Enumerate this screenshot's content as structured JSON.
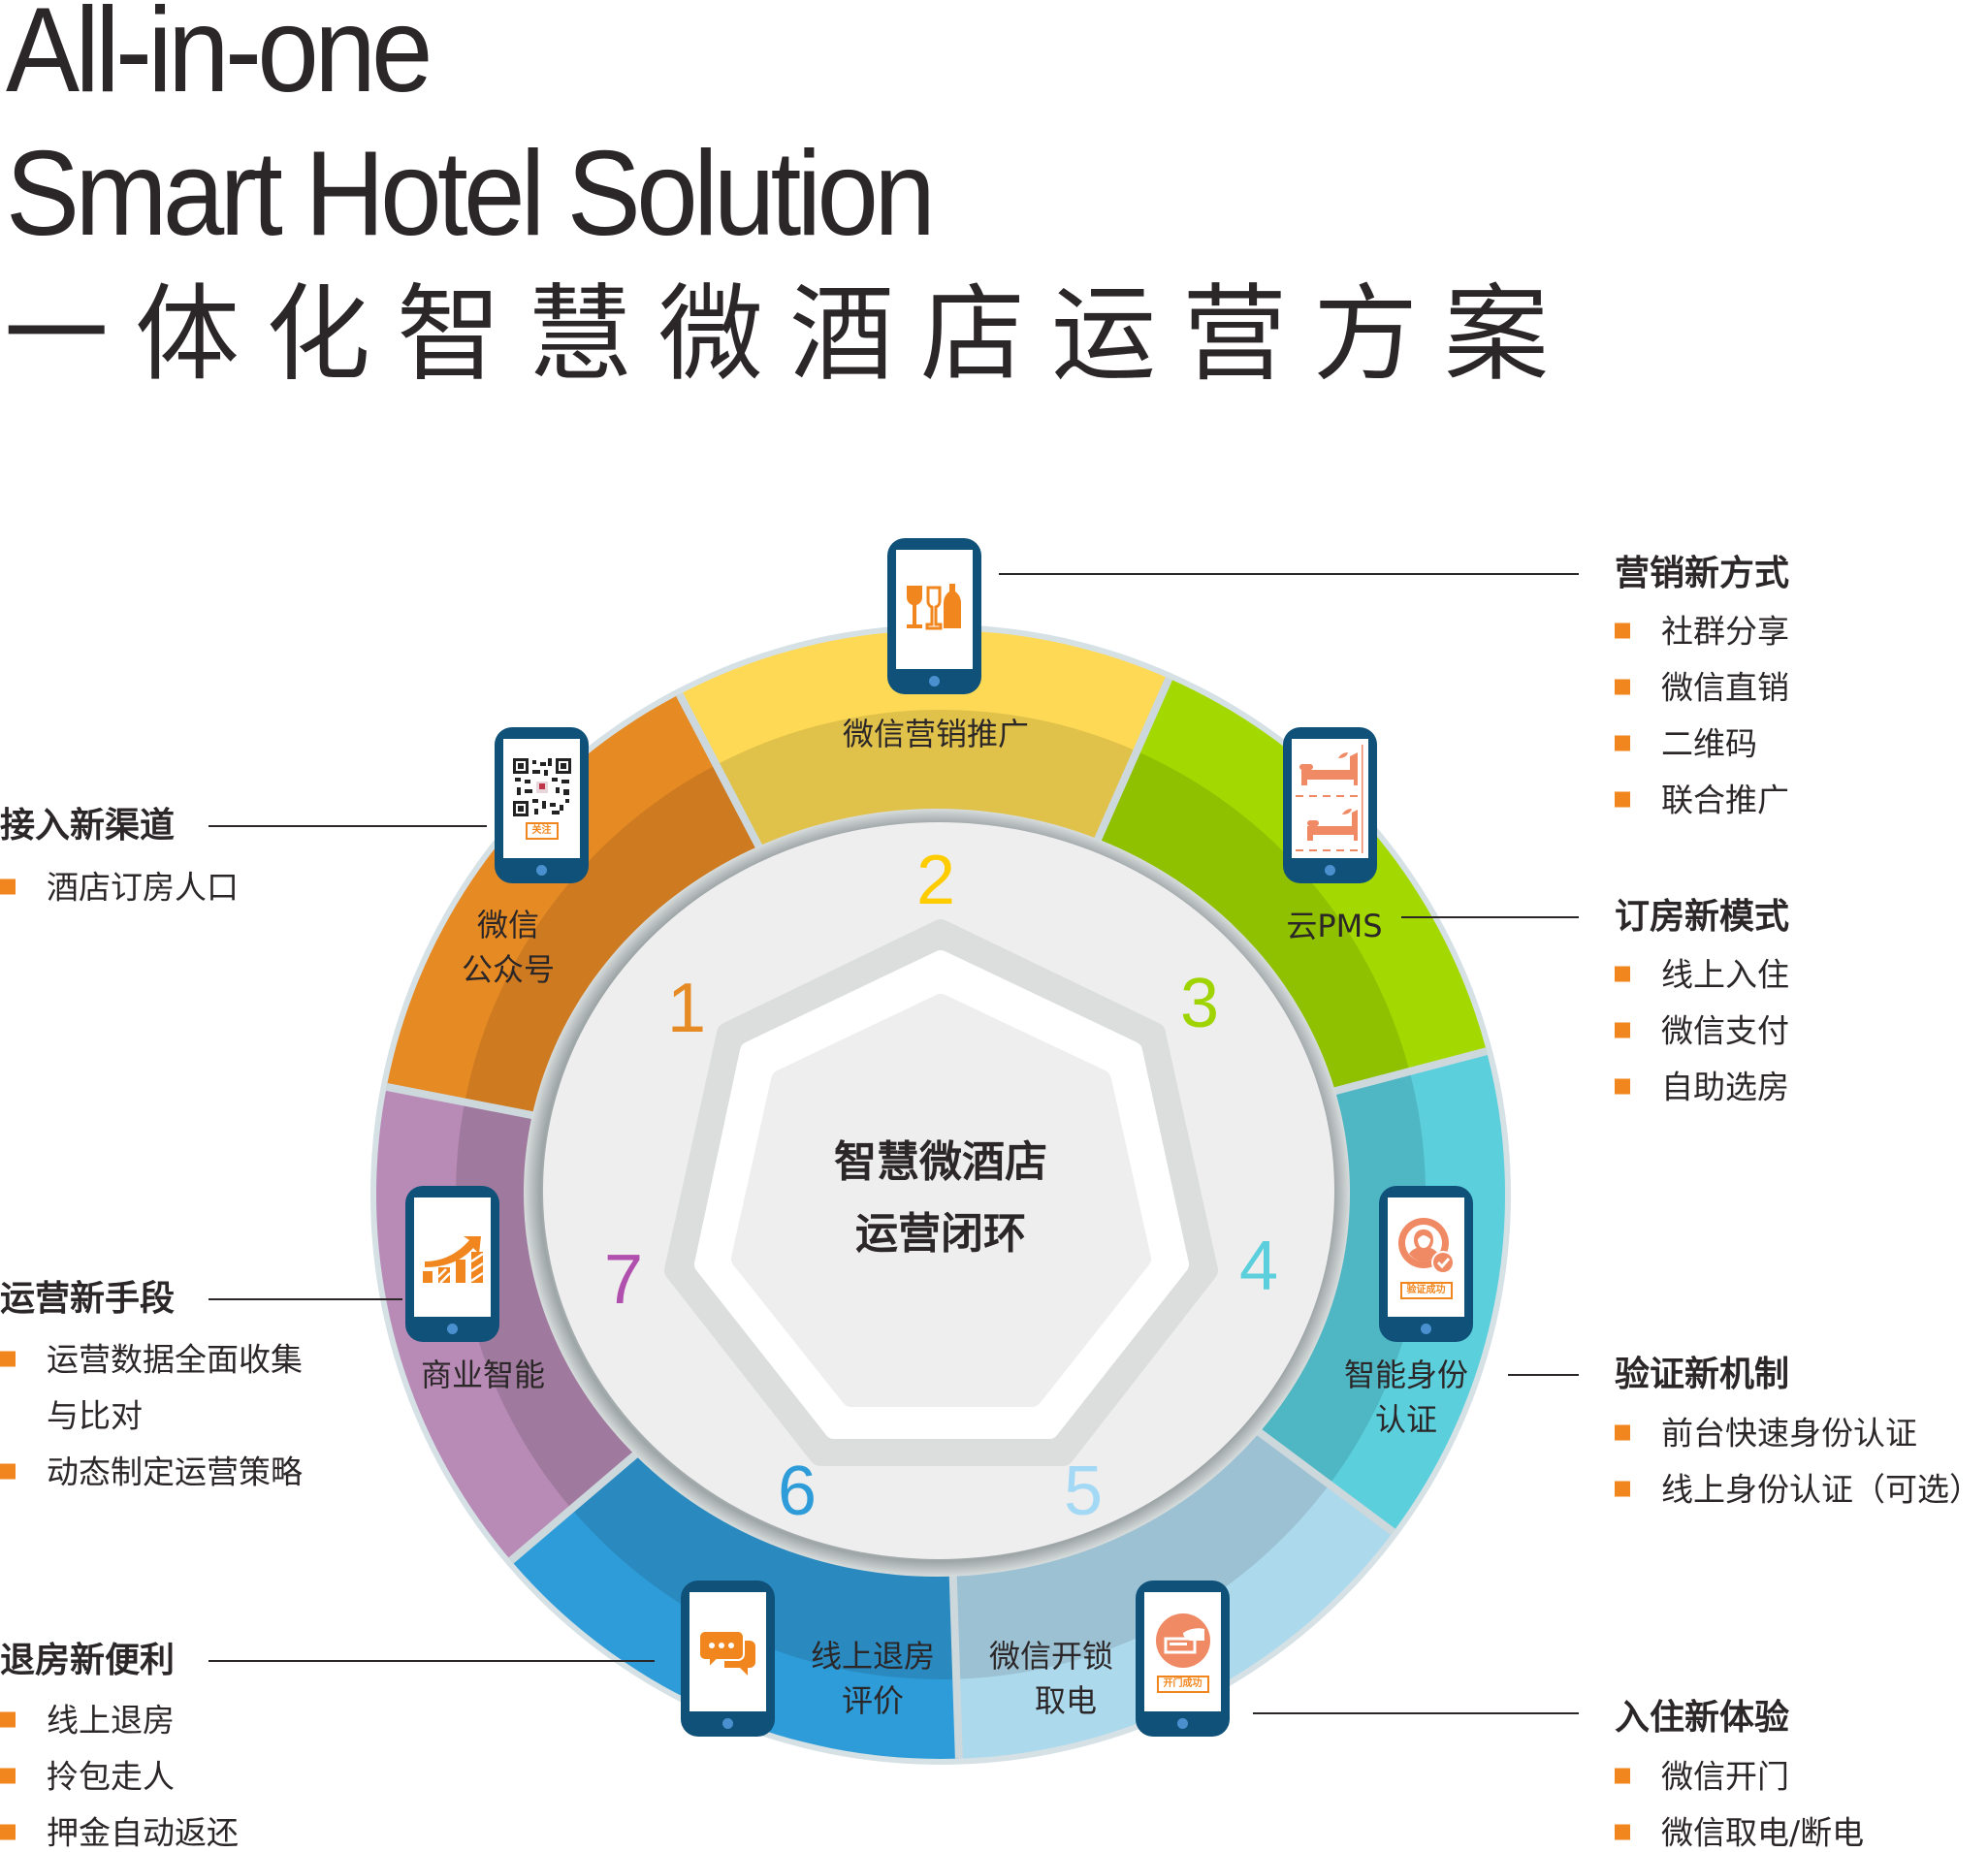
{
  "title": {
    "line1": "All-in-one",
    "line2": "Smart Hotel Solution",
    "cn": "一体化智慧微酒店运营方案"
  },
  "center": {
    "line1": "智慧微酒店",
    "line2": "运营闭环"
  },
  "colors": {
    "bullet": "#f0861d",
    "icon": "#f0861d",
    "phone_frame": "#0f5179",
    "text": "#2b2627"
  },
  "segments": [
    {
      "number": "1",
      "label_lines": [
        "微信",
        "公众号"
      ],
      "color": "#e68a24",
      "dark": "#cd7a21",
      "number_color": "#e68a24",
      "icon": "qr-code-icon",
      "tag": "关注"
    },
    {
      "number": "2",
      "label_lines": [
        "微信营销推广"
      ],
      "color": "#fdd955",
      "dark": "#e0c14a",
      "number_color": "#ffcc00",
      "icon": "wine-glasses-bottle-icon"
    },
    {
      "number": "3",
      "label_lines": [
        "云PMS"
      ],
      "color": "#a3d900",
      "dark": "#8fc100",
      "number_color": "#9fd400",
      "icon": "beds-icon"
    },
    {
      "number": "4",
      "label_lines": [
        "智能身份",
        "认证"
      ],
      "color": "#5bcfdb",
      "dark": "#4fb7c3",
      "number_color": "#5bcfdb",
      "icon": "verified-user-icon",
      "tag": "验证成功"
    },
    {
      "number": "5",
      "label_lines": [
        "微信开锁",
        "取电"
      ],
      "color": "#acd9ec",
      "dark": "#9bc1d3",
      "number_color": "#a3d9f5",
      "icon": "key-card-icon",
      "tag": "开门成功"
    },
    {
      "number": "6",
      "label_lines": [
        "线上退房",
        "评价"
      ],
      "color": "#2e9cd8",
      "dark": "#2a8ac0",
      "number_color": "#2e9cd8",
      "icon": "chat-bubbles-icon"
    },
    {
      "number": "7",
      "label_lines": [
        "商业智能"
      ],
      "color": "#b88bb6",
      "dark": "#a07a9e",
      "number_color": "#b04fae",
      "icon": "growth-chart-icon"
    }
  ],
  "right_groups": [
    {
      "heading": "营销新方式",
      "items": [
        "社群分享",
        "微信直销",
        "二维码",
        "联合推广"
      ]
    },
    {
      "heading": "订房新模式",
      "items": [
        "线上入住",
        "微信支付",
        "自助选房"
      ]
    },
    {
      "heading": "验证新机制",
      "items": [
        "前台快速身份认证",
        "线上身份认证（可选）"
      ]
    },
    {
      "heading": "入住新体验",
      "items": [
        "微信开门",
        "微信取电/断电"
      ]
    }
  ],
  "left_groups": [
    {
      "heading": "接入新渠道",
      "items": [
        "酒店订房人口"
      ]
    },
    {
      "heading": "运营新手段",
      "items": [
        "运营数据全面收集",
        "与比对",
        "动态制定运营策略"
      ]
    },
    {
      "heading": "退房新便利",
      "items": [
        "线上退房",
        "拎包走人",
        "押金自动返还"
      ]
    }
  ]
}
